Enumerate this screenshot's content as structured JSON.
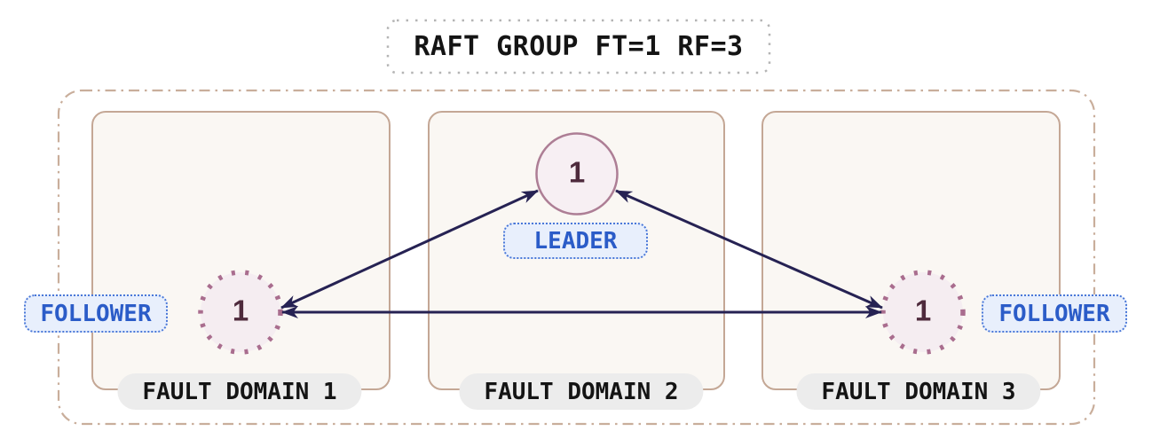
{
  "title": "RAFT GROUP FT=1 RF=3",
  "domains": [
    {
      "label": "FAULT DOMAIN 1",
      "node_id": "1",
      "role": "FOLLOWER"
    },
    {
      "label": "FAULT DOMAIN 2",
      "node_id": "1",
      "role": "LEADER"
    },
    {
      "label": "FAULT DOMAIN 3",
      "node_id": "1",
      "role": "FOLLOWER"
    }
  ],
  "connections": [
    {
      "from": "follower-1",
      "to": "leader",
      "bidirectional": true
    },
    {
      "from": "leader",
      "to": "follower-3",
      "bidirectional": true
    },
    {
      "from": "follower-1",
      "to": "follower-3",
      "bidirectional": true
    }
  ],
  "colors": {
    "arrow": "#262253",
    "outer_border": "#c9ae9b",
    "domain_border": "#c4a795",
    "domain_fill": "#faf7f3",
    "leader_border": "#ad7e95",
    "follower_border": "#a96d8e",
    "node_fill": "#f7eff3",
    "node_text": "#4e2a3c",
    "role_text": "#2b5cc8",
    "role_border": "#4a78d8",
    "role_fill": "#e8effc",
    "domain_label_fill": "#ececec",
    "title_border": "#b4b4b4",
    "title_text": "#141414"
  }
}
